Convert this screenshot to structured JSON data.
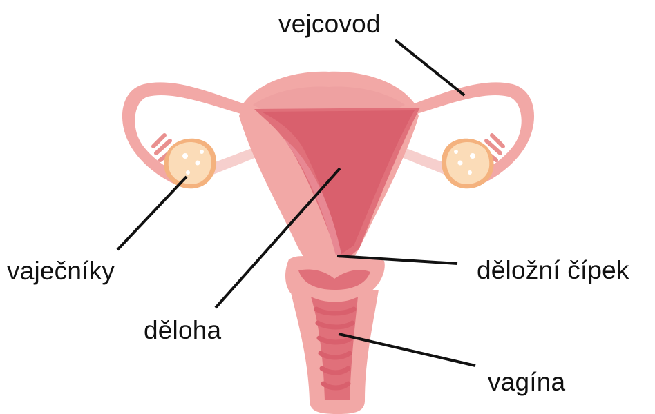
{
  "labels": {
    "fallopian_tube": "vejcovod",
    "ovaries": "vaječníky",
    "cervix": "děložní čípek",
    "uterus": "děloha",
    "vagina": "vagína"
  },
  "colors": {
    "tissue": "#f2a8a6",
    "tissue_shade": "#e9908f",
    "cavity": "#e0707a",
    "cavity_deep": "#d9606d",
    "ligament": "#f6cfcd",
    "ovary": "#fbdcb8",
    "ovary_edge": "#f4b27e",
    "leader_line": "#111111"
  }
}
